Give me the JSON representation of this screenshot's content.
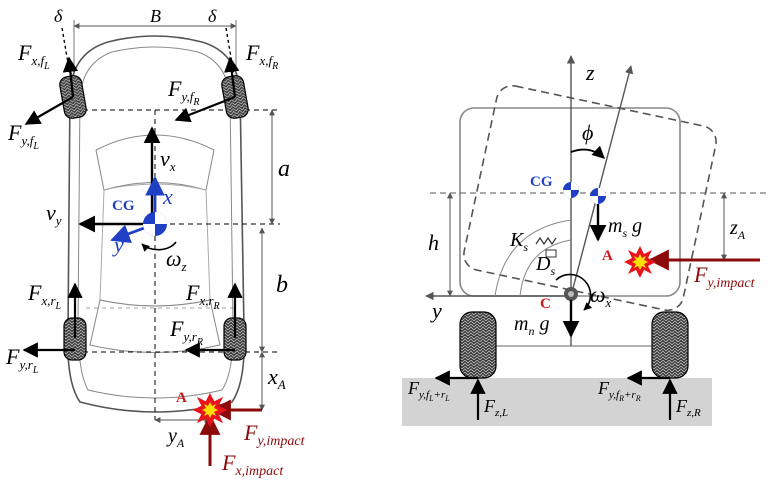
{
  "colors": {
    "black": "#000000",
    "cg_blue": "#1f3fc4",
    "impact_red": "#8b0a0a",
    "point_red": "#d01818",
    "car_outline": "#555555",
    "ground_fill": "#d3d3d3",
    "tire_fill": "#3a3a3a"
  },
  "top_view": {
    "delta_left": "δ",
    "delta_right": "δ",
    "track_width": "B",
    "fx_fl": {
      "main": "F",
      "sub": "x,f",
      "subsub": "L"
    },
    "fx_fr": {
      "main": "F",
      "sub": "x,f",
      "subsub": "R"
    },
    "fy_fl": {
      "main": "F",
      "sub": "y,f",
      "subsub": "L"
    },
    "fy_fr": {
      "main": "F",
      "sub": "y,f",
      "subsub": "R"
    },
    "vx": {
      "main": "v",
      "sub": "x"
    },
    "vy": {
      "main": "v",
      "sub": "y"
    },
    "cg": "CG",
    "x_axis": "x",
    "y_axis": "y",
    "omega_z": {
      "main": "ω",
      "sub": "z"
    },
    "dim_a": "a",
    "dim_b": "b",
    "fx_rl": {
      "main": "F",
      "sub": "x,r",
      "subsub": "L"
    },
    "fx_rr": {
      "main": "F",
      "sub": "x,r",
      "subsub": "R"
    },
    "fy_rl": {
      "main": "F",
      "sub": "y,r",
      "subsub": "L"
    },
    "fy_rr": {
      "main": "F",
      "sub": "y,r",
      "subsub": "R"
    },
    "x_a": {
      "main": "x",
      "sub": "A"
    },
    "y_a": {
      "main": "y",
      "sub": "A"
    },
    "point_a": "A",
    "f_y_impact": {
      "main": "F",
      "sub": "y,impact"
    },
    "f_x_impact": {
      "main": "F",
      "sub": "x,impact"
    }
  },
  "rear_view": {
    "z_axis": "z",
    "y_axis": "y",
    "phi": "ϕ",
    "cg": "CG",
    "ms_g": {
      "main": "m",
      "sub": "s",
      "tail": " g"
    },
    "mn_g": {
      "main": "m",
      "sub": "n",
      "tail": " g"
    },
    "h": "h",
    "z_a": {
      "main": "z",
      "sub": "A"
    },
    "ks": {
      "main": "K",
      "sub": "s"
    },
    "ds": {
      "main": "D",
      "sub": "s"
    },
    "point_c": "C",
    "omega_x": {
      "main": "ω",
      "sub": "x"
    },
    "point_a": "A",
    "f_y_impact": {
      "main": "F",
      "sub": "y,impact"
    },
    "fy_left": {
      "main": "F",
      "sub": "y,f",
      "subsub": "L",
      "sub2": "+r",
      "subsub2": "L"
    },
    "fy_right": {
      "main": "F",
      "sub": "y,f",
      "subsub": "R",
      "sub2": "+r",
      "subsub2": "R"
    },
    "fz_l": {
      "main": "F",
      "sub": "z,L"
    },
    "fz_r": {
      "main": "F",
      "sub": "z,R"
    }
  }
}
